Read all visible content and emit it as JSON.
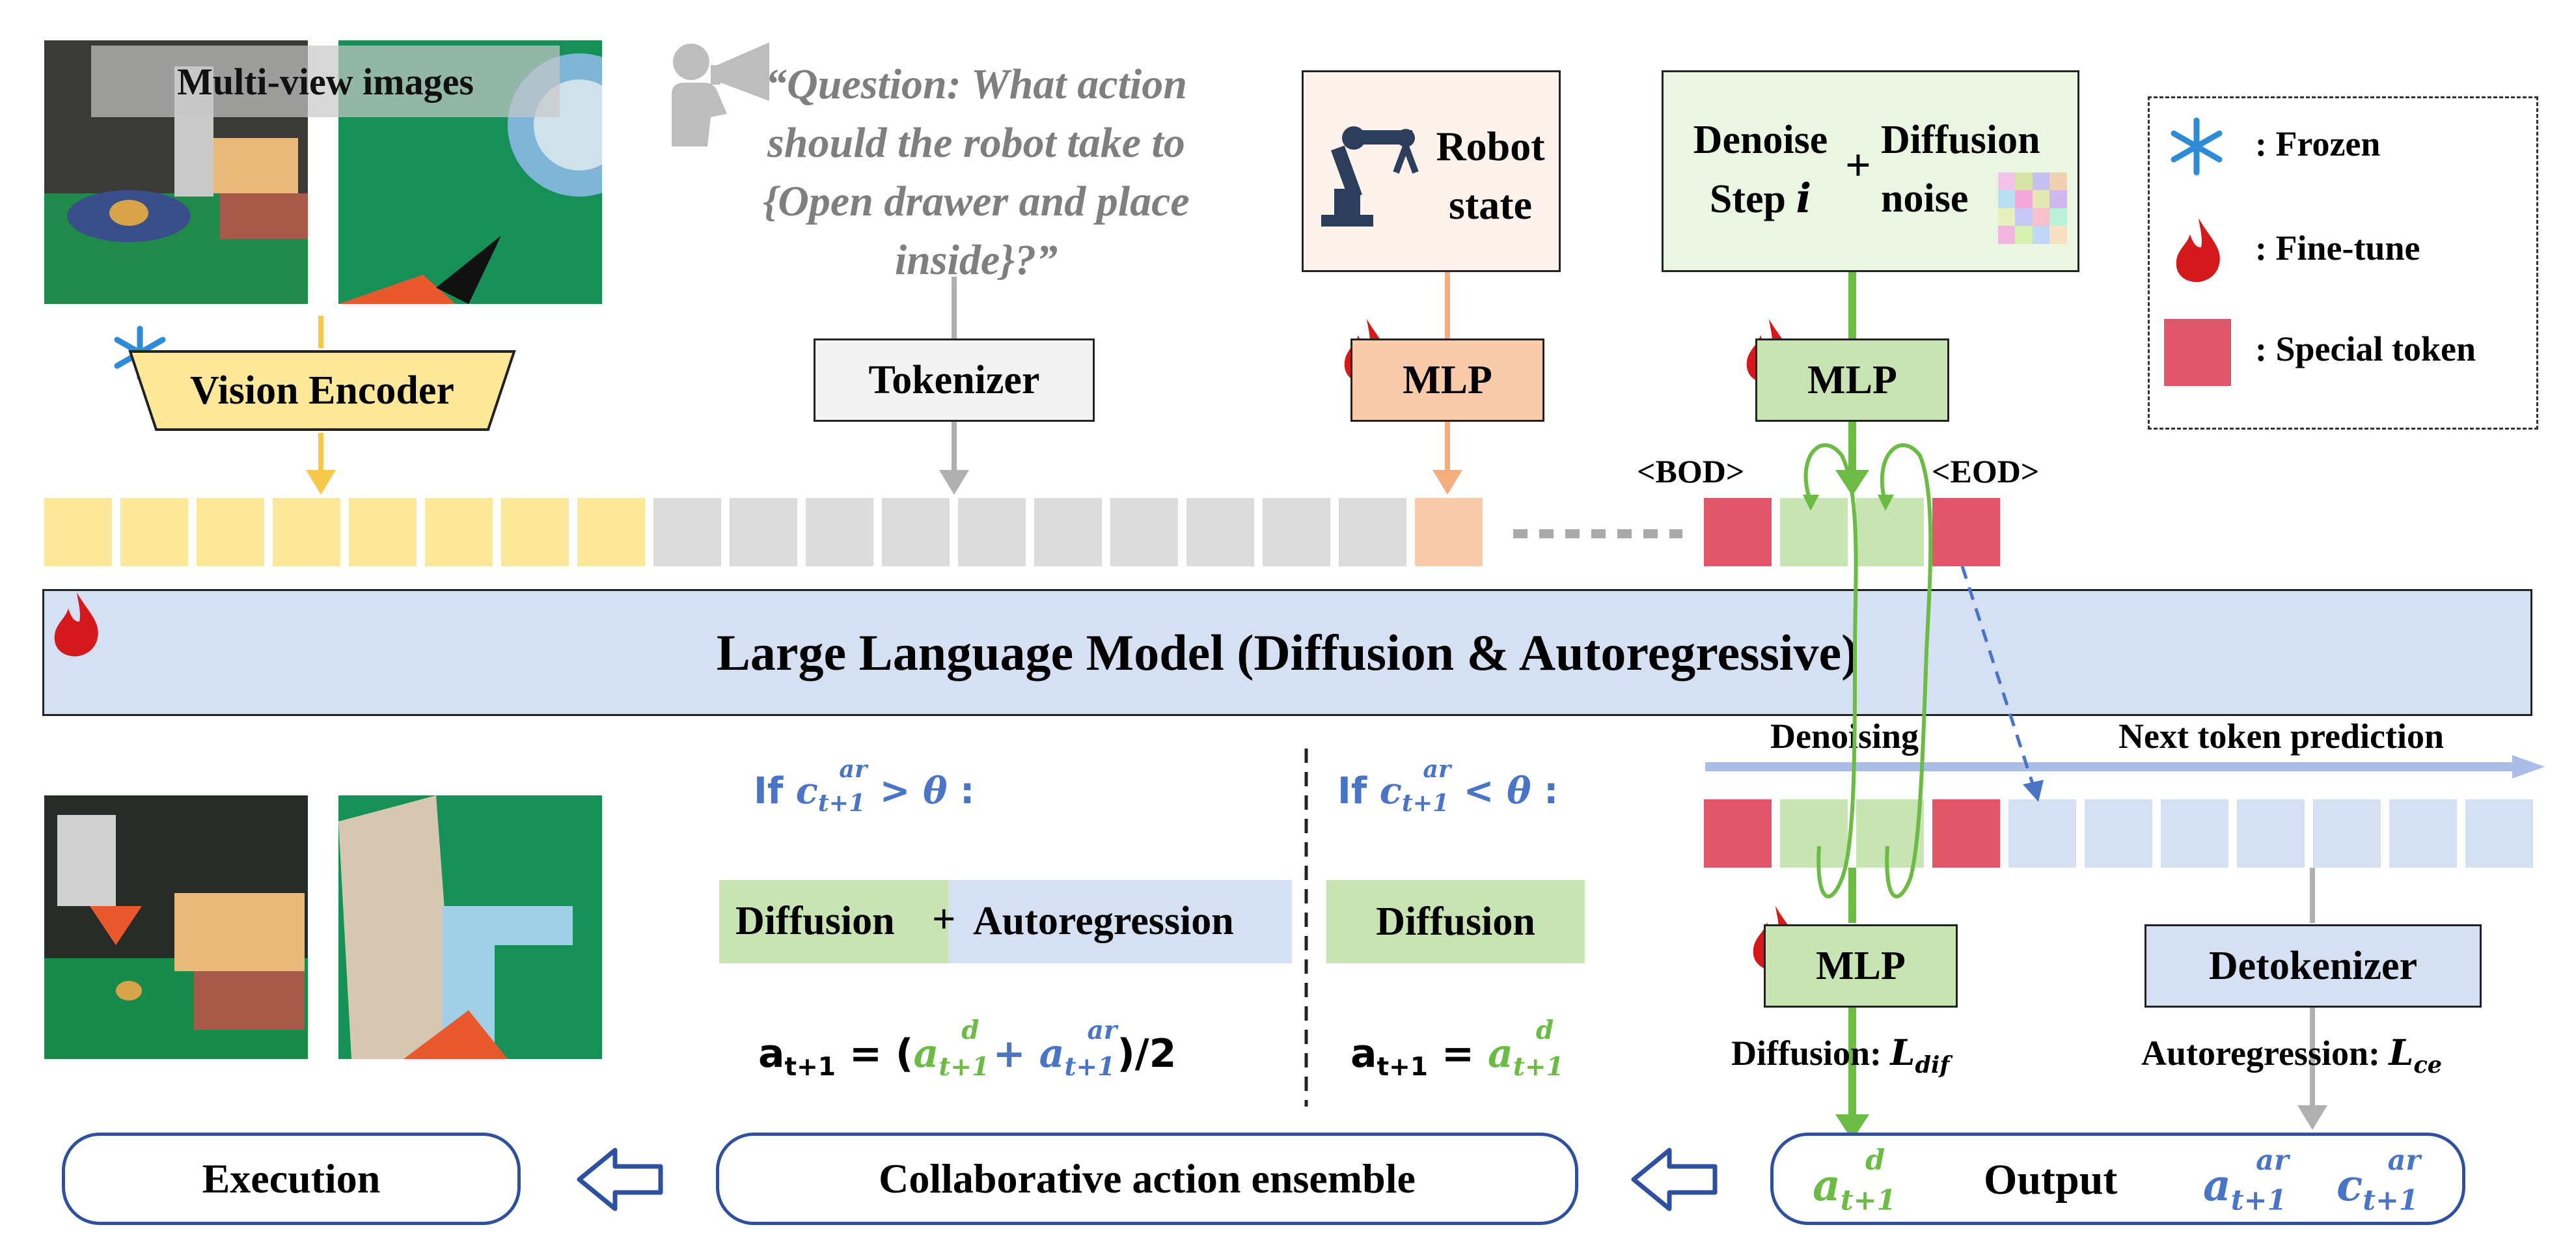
{
  "multiview_label": "Multi-view images",
  "question": {
    "line1": "“Question: What action",
    "line2": "should the robot take to",
    "line3": "{Open drawer and place",
    "line4": "inside}?”"
  },
  "robot_state": {
    "line1": "Robot",
    "line2": "state"
  },
  "denoise": {
    "line1": "Denoise",
    "line2": "Step",
    "var": "i",
    "plus": "+"
  },
  "diffusion_noise": {
    "line1": "Diffusion",
    "line2": "noise"
  },
  "legend": {
    "frozen": ": Frozen",
    "finetune": ": Fine-tune",
    "special": ": Special token"
  },
  "vision_encoder": "Vision Encoder",
  "tokenizer": "Tokenizer",
  "mlp_robot": "MLP",
  "mlp_noise": "MLP",
  "bod": "<BOD>",
  "eod": "<EOD>",
  "llm": "Large Language Model (Diffusion & Autoregressive)",
  "denoising": "Denoising",
  "next_token": "Next token prediction",
  "cond1": {
    "prefix": "If",
    "var": "c",
    "sub": "t+1",
    "sup": "ar",
    "op": ">",
    "theta": "θ",
    "colon": ":"
  },
  "cond2": {
    "prefix": "If",
    "var": "c",
    "sub": "t+1",
    "sup": "ar",
    "op": "<",
    "theta": "θ",
    "colon": ":"
  },
  "diffusion_label": "Diffusion",
  "plus": "+",
  "autoregression_label": "Autoregression",
  "diffusion_only": "Diffusion",
  "eq1": {
    "lhs": "a",
    "lhs_sub": "t+1",
    "eq": "= (",
    "d_var": "a",
    "d_sup": "d",
    "d_sub": "t+1",
    "plus": "+",
    "ar_var": "a",
    "ar_sup": "ar",
    "ar_sub": "t+1",
    "tail": ")/2"
  },
  "eq2": {
    "lhs": "a",
    "lhs_sub": "t+1",
    "eq": "=",
    "d_var": "a",
    "d_sup": "d",
    "d_sub": "t+1"
  },
  "mlp_out": "MLP",
  "detokenizer": "Detokenizer",
  "loss_dif": {
    "label": "Diffusion:",
    "var": "L",
    "sub": "dif"
  },
  "loss_ce": {
    "label": "Autoregression:",
    "var": "L",
    "sub": "ce"
  },
  "execution": "Execution",
  "ensemble": "Collaborative action ensemble",
  "output": {
    "label": "Output",
    "ad_var": "a",
    "ad_sup": "d",
    "ad_sub": "t+1",
    "aar_var": "a",
    "aar_sup": "ar",
    "aar_sub": "t+1",
    "car_var": "c",
    "car_sup": "ar",
    "car_sub": "t+1"
  },
  "colors": {
    "yellow": "#fde89a",
    "gray": "#dcdcdc",
    "orange": "#f8ccaa",
    "red": "#e0576a",
    "green": "#c7e4b2",
    "blue": "#d6e0f3",
    "accent_blue": "#4a74c6",
    "accent_green": "#6bbb45",
    "pill_border": "#2f4f9f"
  },
  "icons": [
    "snowflake-icon",
    "flame-icon",
    "megaphone-person-icon",
    "robot-arm-icon",
    "noise-patch-icon",
    "hollow-arrow-left-icon"
  ]
}
